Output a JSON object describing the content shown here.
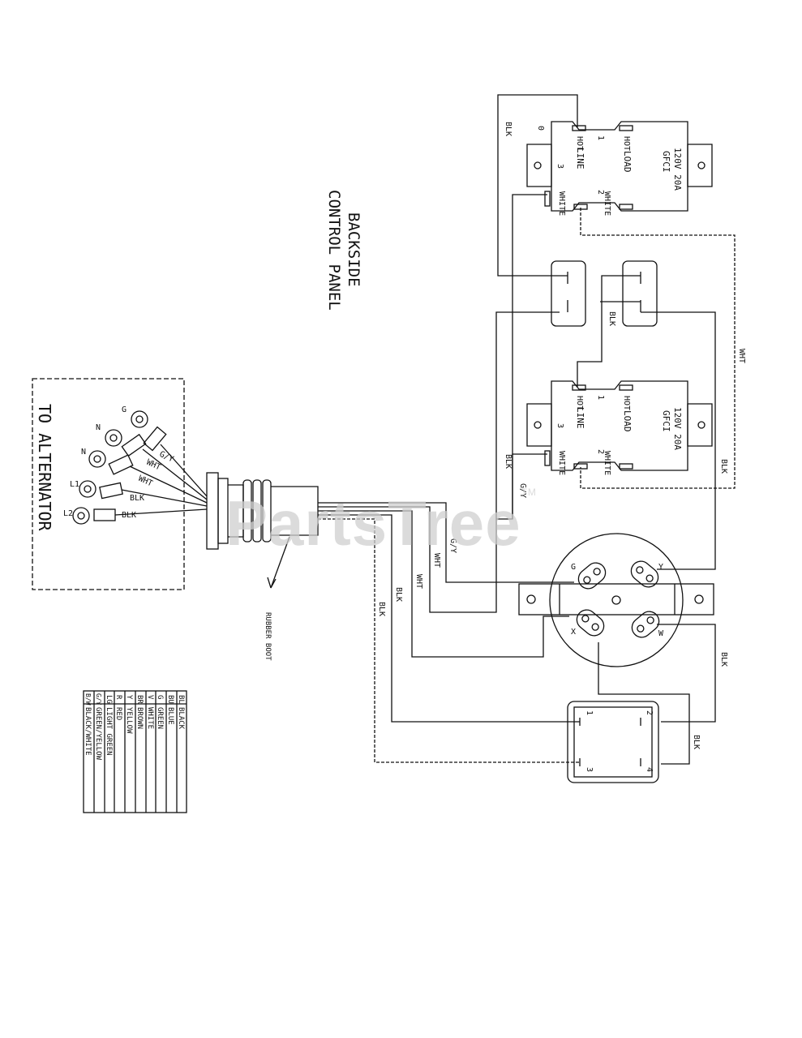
{
  "title": [
    "BACKSIDE",
    "CONTROL PANEL"
  ],
  "alternator_label": "TO ALTERNATOR",
  "watermark": "PartsTree",
  "watermark_tm": "TM",
  "rubber_boot_label": "RUBBER BOOT",
  "alternator_leads": [
    "G",
    "N",
    "N",
    "L1",
    "L2"
  ],
  "alternator_wire_labels": [
    "G/Y",
    "WHT",
    "WHT",
    "BLK",
    "BLK"
  ],
  "gfci": {
    "rating": "120V 20A",
    "type": "GFCI",
    "hot": "HOT",
    "line": "LINE",
    "load": "LOAD",
    "white": "WHITE",
    "pins": [
      "0",
      "1",
      "2",
      "3"
    ]
  },
  "receptacle_terminals": [
    "G",
    "Y",
    "X",
    "W"
  ],
  "switch_terminals": [
    "1",
    "2",
    "3",
    "4"
  ],
  "wire_labels": {
    "top_blk": "BLK",
    "mid_blk": "BLK",
    "wht_right": "WHT",
    "left_blk": "BLK",
    "gy_center": "G/Y",
    "blk_right_upper": "BLK",
    "gy_harness": "G/Y",
    "wht_harness_1": "WHT",
    "wht_harness_2": "WHT",
    "blk_harness_1": "BLK",
    "blk_harness_2": "BLK",
    "blk_right_lower": "BLK",
    "blk_switch": "BLK"
  },
  "legend": [
    {
      "code": "BL",
      "name": "BLACK"
    },
    {
      "code": "BU",
      "name": "BLUE"
    },
    {
      "code": "G",
      "name": "GREEN"
    },
    {
      "code": "V",
      "name": "WHITE"
    },
    {
      "code": "BR",
      "name": "BROWN"
    },
    {
      "code": "Y",
      "name": "YELLOW"
    },
    {
      "code": "R",
      "name": "RED"
    },
    {
      "code": "LG",
      "name": "LIGHT GREEN"
    },
    {
      "code": "G/Y",
      "name": "GREEN/YELLOW"
    },
    {
      "code": "B/W",
      "name": "BLACK/WHITE"
    }
  ]
}
